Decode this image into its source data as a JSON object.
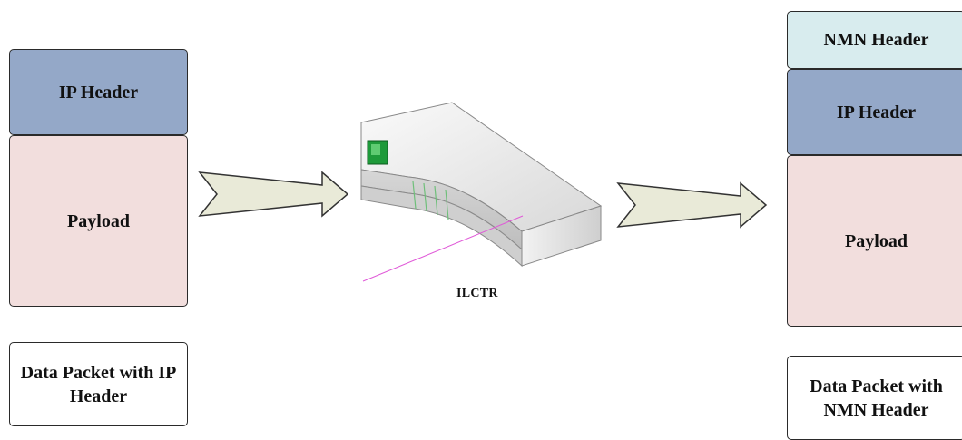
{
  "left_packet": {
    "header": "IP Header",
    "payload": "Payload",
    "caption": "Data Packet with IP Header"
  },
  "device": {
    "label": "ILCTR"
  },
  "right_packet": {
    "nmn_header": "NMN Header",
    "header": "IP Header",
    "payload": "Payload",
    "caption": "Data Packet with NMN Header"
  },
  "colors": {
    "ip_header": "#94a8c8",
    "payload": "#f2dedd",
    "nmn_header": "#d8ecee",
    "arrow_fill": "#e9ead8",
    "device_led": "#1e9a3a"
  }
}
